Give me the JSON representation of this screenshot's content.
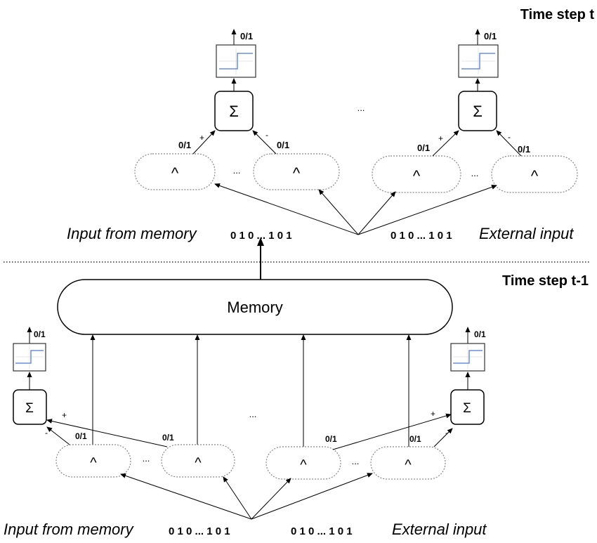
{
  "top": {
    "title": "Time step t",
    "output_label": "0/1",
    "edge_label": "0/1",
    "plus": "+",
    "minus": "-",
    "and_symbol": "^",
    "sum_symbol": "Σ",
    "dots": "...",
    "input_memory_label": "Input from memory",
    "input_memory_bits": "0 1 0 ... 1 0 1",
    "external_bits": "0 1 0 ... 1 0 1",
    "external_label": "External input"
  },
  "bottom": {
    "title": "Time step t-1",
    "memory_label": "Memory",
    "output_label": "0/1",
    "edge_label": "0/1",
    "plus": "+",
    "minus": "-",
    "and_symbol": "^",
    "sum_symbol": "Σ",
    "dots": "...",
    "input_memory_label": "Input from memory",
    "input_memory_bits": "0 1 0 ... 1 0 1",
    "external_bits": "0 1 0 ... 1 0 1",
    "external_label": "External input"
  },
  "colors": {
    "step_curve": "#6b8fd8",
    "line": "#000000",
    "dotted_border": "#888888"
  }
}
